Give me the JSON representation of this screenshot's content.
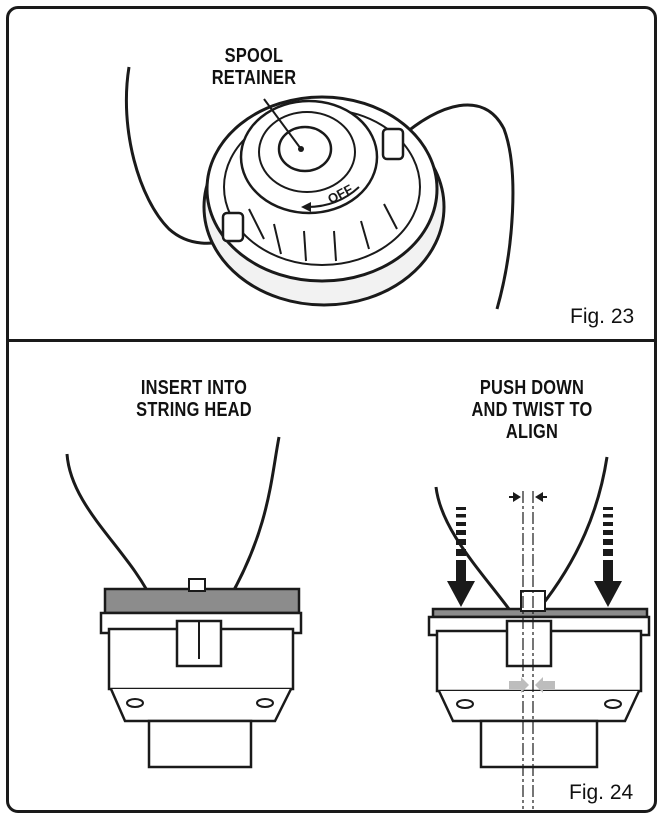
{
  "fig23": {
    "callout": [
      "SPOOL",
      "RETAINER"
    ],
    "off_mark": "OFF",
    "caption": "Fig. 23"
  },
  "fig24": {
    "left_callout": [
      "INSERT INTO",
      "STRING HEAD"
    ],
    "right_callout": [
      "PUSH DOWN",
      "AND TWIST TO",
      "ALIGN"
    ],
    "caption": "Fig. 24"
  },
  "colors": {
    "line": "#1a1a1a",
    "shade": "#8c8c8c",
    "light_shade": "#c9c9c9"
  }
}
